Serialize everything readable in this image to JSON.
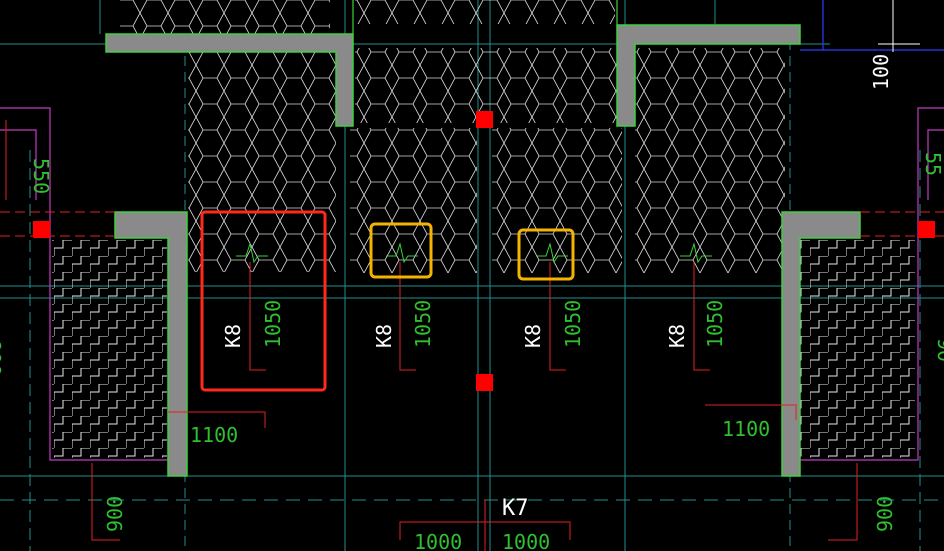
{
  "drawing": {
    "top_dimension": "100",
    "left_edge_dimension": "550",
    "right_edge_dimension": "55",
    "left_side_dimension": "900",
    "right_side_dimension": "90",
    "window_labels": [
      {
        "tag": "K8",
        "width": "1050"
      },
      {
        "tag": "K8",
        "width": "1050"
      },
      {
        "tag": "K8",
        "width": "1050"
      },
      {
        "tag": "K8",
        "width": "1050"
      }
    ],
    "left_wall_dimension": "1100",
    "right_wall_dimension": "1100",
    "bottom_tag": "K7",
    "bottom_left_dimension": "900",
    "bottom_right_dimension": "900",
    "bottom_center_left": "1000",
    "bottom_center_right": "1000"
  },
  "colors": {
    "background": "#000000",
    "hatch": "#d8d8d8",
    "wall": "#8a8a8a",
    "wall_edge": "#3cd13c",
    "axis": "#1f8f8f",
    "leader": "#e02020",
    "column_marker": "#ff0000",
    "dimension_text": "#2fbf2f",
    "label_text": "#ffffff",
    "highlight_red": "#ff2a1a",
    "highlight_yellow": "#f5b400",
    "boundary": "#c43ac4",
    "frame_blue": "#2a3cff"
  }
}
